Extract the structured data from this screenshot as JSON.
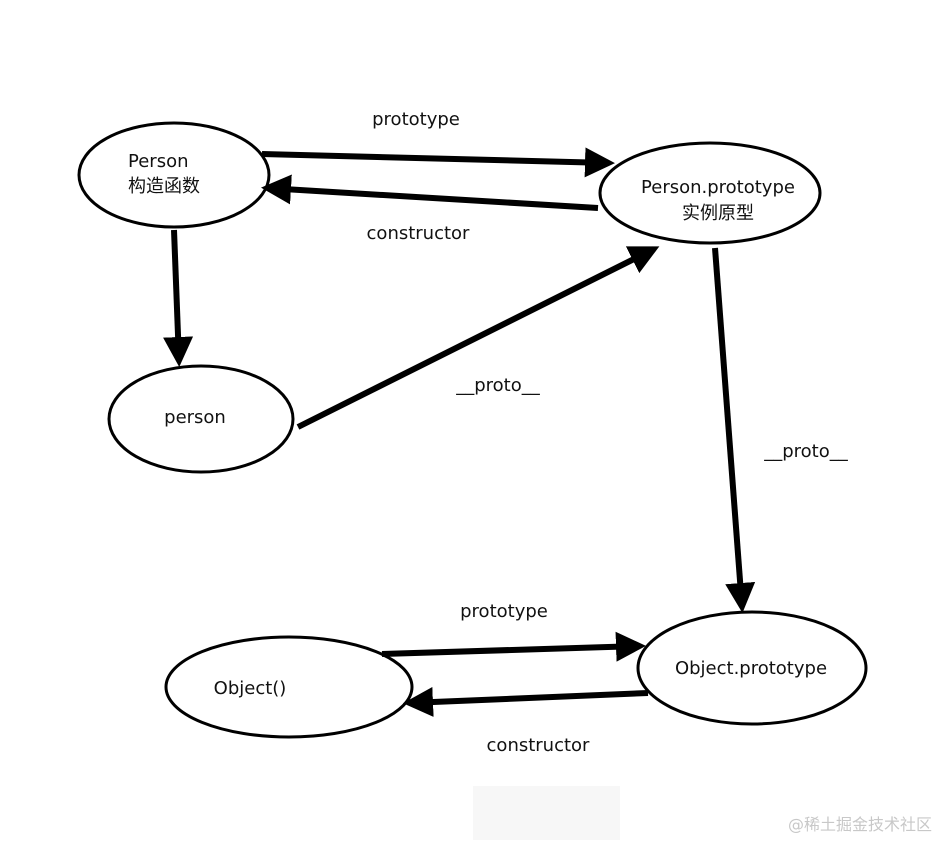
{
  "nodes": {
    "person_constructor": {
      "line1": "Person",
      "line2": "构造函数"
    },
    "person_prototype": {
      "line1": "Person.prototype",
      "line2": "实例原型"
    },
    "person_instance": {
      "label": "person"
    },
    "object_constructor": {
      "label": "Object()"
    },
    "object_prototype": {
      "label": "Object.prototype"
    }
  },
  "edges": {
    "person_to_prototype": "prototype",
    "prototype_to_person": "constructor",
    "instance_proto": "__proto__",
    "prototype_proto": "__proto__",
    "object_to_prototype": "prototype",
    "prototype_to_object": "constructor"
  },
  "watermark": "@稀土掘金技术社区",
  "colors": {
    "stroke": "#000000",
    "background": "#ffffff"
  }
}
